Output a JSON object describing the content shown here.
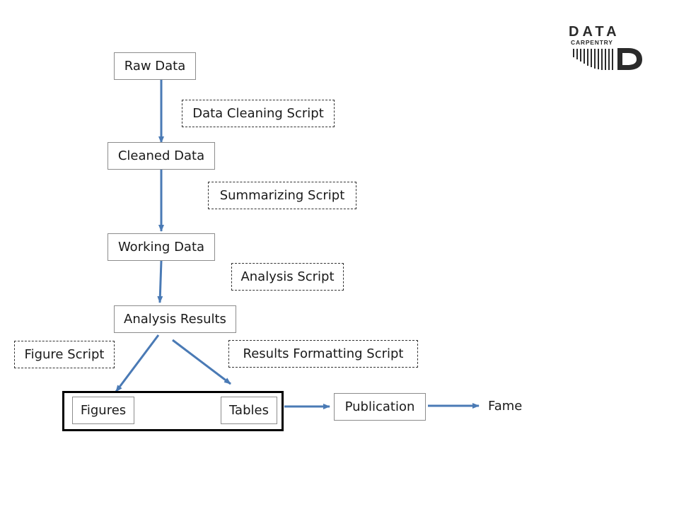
{
  "colors": {
    "arrow": "#4a7ab5",
    "box_border": "#8c8c8c",
    "script_border": "#333333",
    "group_border": "#000000",
    "logo": "#2b2b2b"
  },
  "logo": {
    "icon": "data-carpentry-logo",
    "text_top": "DATA",
    "text_bottom": "CARPENTRY",
    "letter": "D"
  },
  "nodes": {
    "raw_data": "Raw Data",
    "cleaned_data": "Cleaned Data",
    "working_data": "Working Data",
    "analysis_results": "Analysis Results",
    "figures": "Figures",
    "tables": "Tables",
    "publication": "Publication",
    "fame": "Fame"
  },
  "scripts": {
    "data_cleaning": "Data Cleaning Script",
    "summarizing": "Summarizing Script",
    "analysis": "Analysis Script",
    "figure": "Figure Script",
    "results_formatting": "Results Formatting Script"
  }
}
